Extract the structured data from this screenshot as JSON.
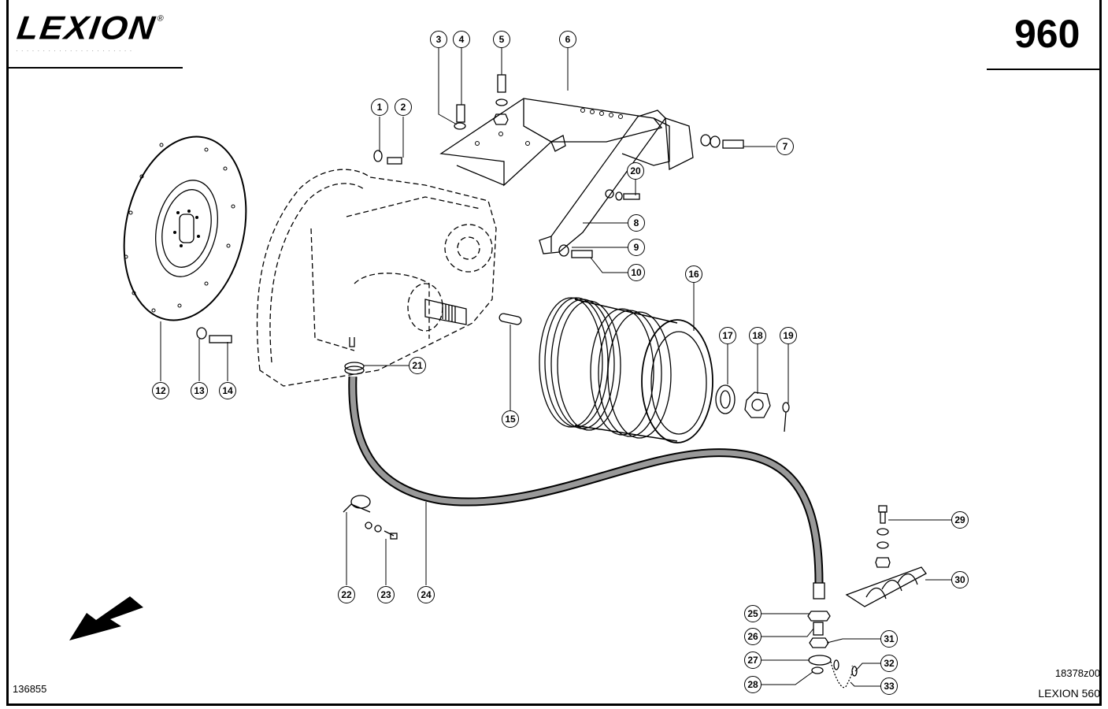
{
  "header": {
    "brand": "LEXION",
    "registered_mark": "®",
    "page_number": "960"
  },
  "footer": {
    "drawing_code": "18378z00",
    "model": "LEXION 560",
    "figure_id": "136855"
  },
  "direction_arrow": "arrow-down-left-icon",
  "callouts": [
    {
      "id": "1",
      "label": "1"
    },
    {
      "id": "2",
      "label": "2"
    },
    {
      "id": "3",
      "label": "3"
    },
    {
      "id": "4",
      "label": "4"
    },
    {
      "id": "5",
      "label": "5"
    },
    {
      "id": "6",
      "label": "6"
    },
    {
      "id": "7",
      "label": "7"
    },
    {
      "id": "8",
      "label": "8"
    },
    {
      "id": "9",
      "label": "9"
    },
    {
      "id": "10",
      "label": "10"
    },
    {
      "id": "12",
      "label": "12"
    },
    {
      "id": "13",
      "label": "13"
    },
    {
      "id": "14",
      "label": "14"
    },
    {
      "id": "15",
      "label": "15"
    },
    {
      "id": "16",
      "label": "16"
    },
    {
      "id": "17",
      "label": "17"
    },
    {
      "id": "18",
      "label": "18"
    },
    {
      "id": "19",
      "label": "19"
    },
    {
      "id": "20",
      "label": "20"
    },
    {
      "id": "21",
      "label": "21"
    },
    {
      "id": "22",
      "label": "22"
    },
    {
      "id": "23",
      "label": "23"
    },
    {
      "id": "24",
      "label": "24"
    },
    {
      "id": "25",
      "label": "25"
    },
    {
      "id": "26",
      "label": "26"
    },
    {
      "id": "27",
      "label": "27"
    },
    {
      "id": "28",
      "label": "28"
    },
    {
      "id": "29",
      "label": "29"
    },
    {
      "id": "30",
      "label": "30"
    },
    {
      "id": "31",
      "label": "31"
    },
    {
      "id": "32",
      "label": "32"
    },
    {
      "id": "33",
      "label": "33"
    }
  ],
  "parts": [
    {
      "name": "washer-1"
    },
    {
      "name": "bolt-2"
    },
    {
      "name": "washer-3"
    },
    {
      "name": "bolt-4"
    },
    {
      "name": "bolt-5"
    },
    {
      "name": "mounting-bracket-6"
    },
    {
      "name": "bolt-7"
    },
    {
      "name": "strut-8"
    },
    {
      "name": "washer-9"
    },
    {
      "name": "bolt-10"
    },
    {
      "name": "flex-disc-12"
    },
    {
      "name": "washer-13"
    },
    {
      "name": "bolt-14"
    },
    {
      "name": "key-15"
    },
    {
      "name": "pulley-16"
    },
    {
      "name": "washer-17"
    },
    {
      "name": "castle-nut-18"
    },
    {
      "name": "cotter-pin-19"
    },
    {
      "name": "bolt-20"
    },
    {
      "name": "hose-clamp-21"
    },
    {
      "name": "clip-22"
    },
    {
      "name": "bolt-23"
    },
    {
      "name": "hose-24"
    },
    {
      "name": "nut-25"
    },
    {
      "name": "fitting-26"
    },
    {
      "name": "seal-27"
    },
    {
      "name": "o-ring-28"
    },
    {
      "name": "bolt-29"
    },
    {
      "name": "hose-guard-30"
    },
    {
      "name": "nut-31"
    },
    {
      "name": "clip-32"
    },
    {
      "name": "chain-33"
    }
  ]
}
